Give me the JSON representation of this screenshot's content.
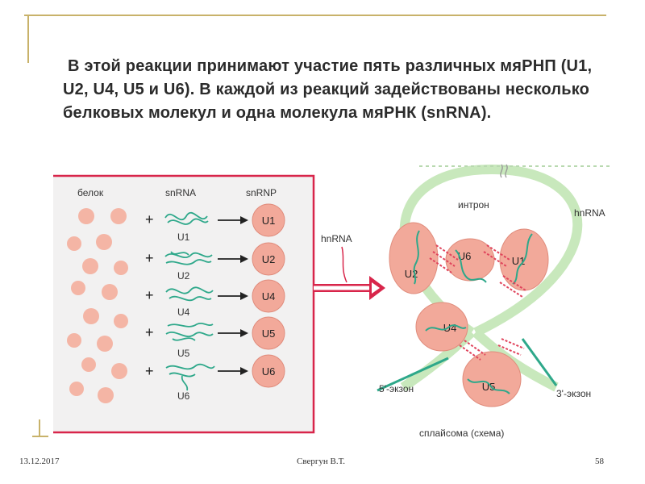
{
  "slide": {
    "body_text": "В этой реакции принимают участие пять различных мяРНП (U1, U2, U4, U5 и U6). В каждой из реакций задействованы несколько белковых молекул и одна молекула мяРНК (snRNA)."
  },
  "figure_left": {
    "header_protein": "белок",
    "header_snrna": "snRNA",
    "header_snrnp": "snRNP",
    "plus_sign": "+",
    "rows": [
      {
        "snrna": "U1",
        "snrnp": "U1"
      },
      {
        "snrna": "U2",
        "snrnp": "U2"
      },
      {
        "snrna": "U4",
        "snrnp": "U4"
      },
      {
        "snrna": "U5",
        "snrnp": "U5"
      },
      {
        "snrna": "U6",
        "snrnp": "U6"
      }
    ],
    "arrow_label": "hnRNA"
  },
  "figure_right": {
    "intron_label": "интрон",
    "hnrna_label": "hnRNA",
    "exon5_label": "5'-экзон",
    "exon3_label": "3'-экзон",
    "spliceosome_label": "сплайсома (схема)",
    "particles": [
      "U2",
      "U6",
      "U1",
      "U4",
      "U5"
    ]
  },
  "footer": {
    "date": "13.12.2017",
    "author": "Свергун В.Т.",
    "page": "58"
  },
  "colors": {
    "accent_gold": "#c8b26a",
    "frame_red": "#d8254a",
    "snrnp_fill": "#f2a99a",
    "rna_green": "#2ea88a",
    "loop_green": "#c8e8bc"
  }
}
